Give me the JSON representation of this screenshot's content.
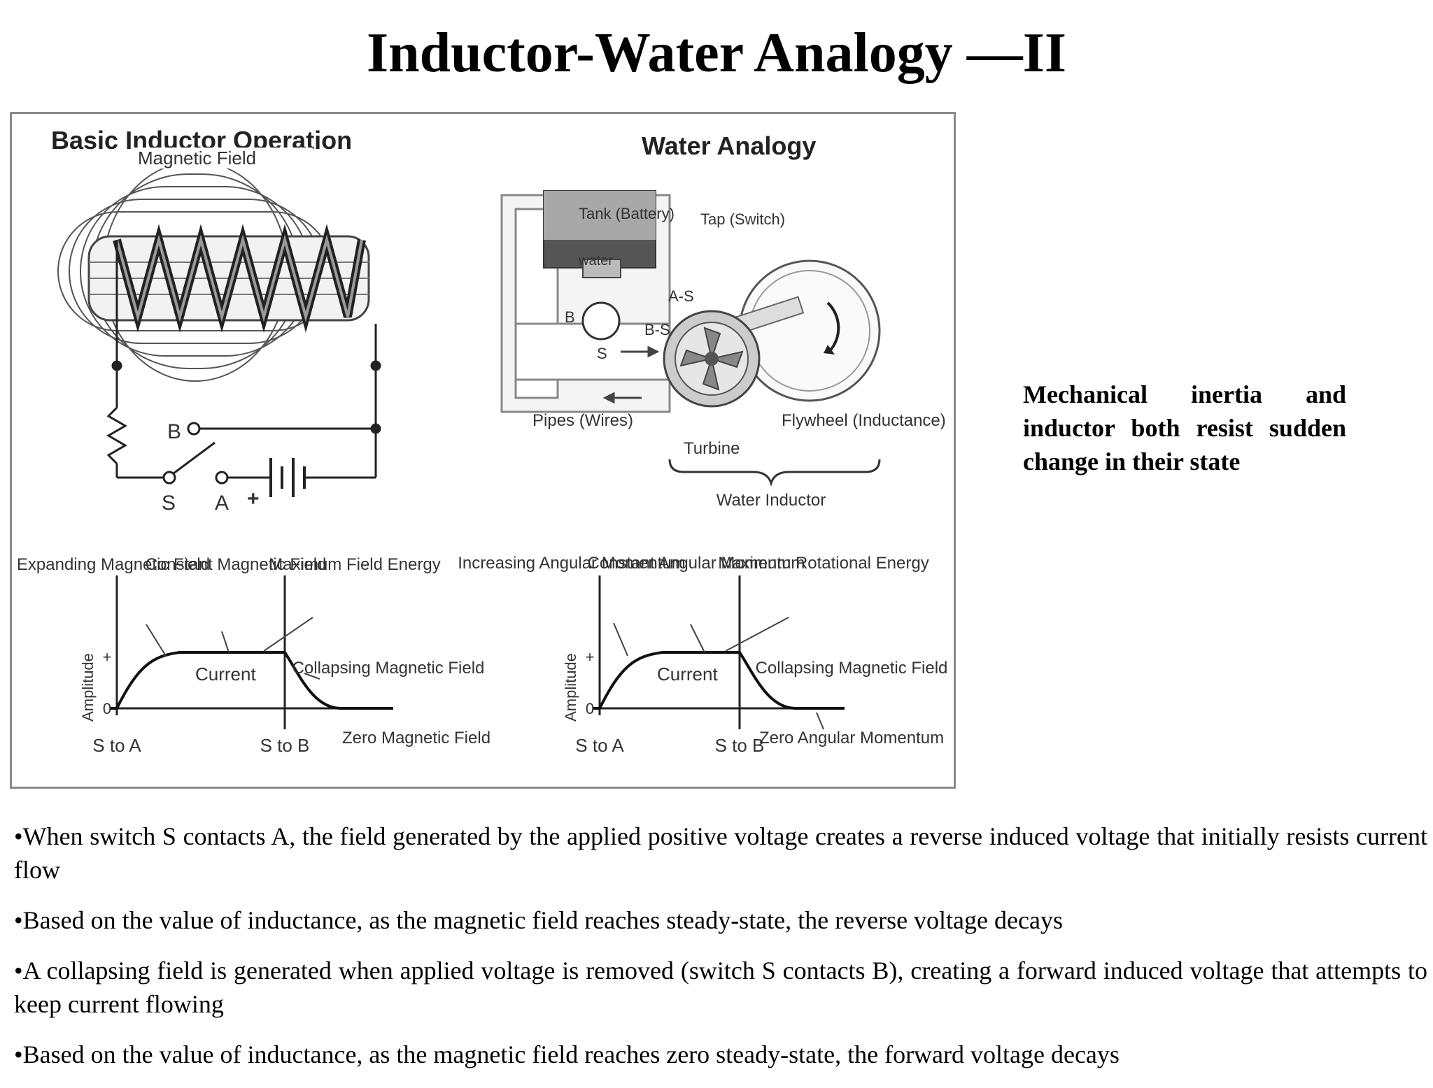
{
  "title": "Inductor-Water Analogy —II",
  "figure": {
    "left_panel": {
      "heading": "Basic Inductor Operation",
      "magnetic_field_label": "Magnetic Field",
      "node_b": "B",
      "node_s": "S",
      "node_a": "A",
      "plus": "+"
    },
    "right_panel": {
      "heading": "Water Analogy",
      "tank_label": "Tank (Battery)",
      "water_label": "water",
      "tap_label": "Tap (Switch)",
      "a_s": "A-S",
      "b_s": "B-S",
      "b": "B",
      "s": "S",
      "pipes_label": "Pipes (Wires)",
      "turbine_label": "Turbine",
      "flywheel_label": "Flywheel (Inductance)",
      "water_inductor_label": "Water Inductor"
    },
    "left_graph": {
      "label_1": "Expanding Magnetic Field",
      "label_2": "Constant Magnetic Field",
      "label_3": "Maximum Field Energy",
      "label_4": "Collapsing Magnetic Field",
      "label_5": "Zero Magnetic Field",
      "curve_label": "Current",
      "y_axis": "Amplitude",
      "y_plus": "+",
      "y_zero": "0",
      "x_tick_1": "S to A",
      "x_tick_2": "S to B"
    },
    "right_graph": {
      "label_1": "Increasing Angular Momentum",
      "label_2": "Constant Angular Momentum",
      "label_3": "Maximum Rotational Energy",
      "label_4": "Collapsing Magnetic Field",
      "label_5": "Zero Angular Momentum",
      "curve_label": "Current",
      "y_axis": "Amplitude",
      "y_plus": "+",
      "y_zero": "0",
      "x_tick_1": "S to A",
      "x_tick_2": "S to B"
    }
  },
  "side_note": "Mechanical inertia and inductor both resist sudden change in their state",
  "bullets": [
    "•When switch S contacts A, the field generated by the applied positive voltage creates a reverse induced voltage that initially resists current flow",
    "•Based on the value of inductance, as the magnetic field reaches steady-state, the reverse voltage decays",
    "•A collapsing field is generated when applied voltage is removed (switch S contacts B), creating a forward induced voltage that attempts to keep current flowing",
    "•Based on the value of inductance, as the magnetic field reaches zero steady-state, the forward voltage decays"
  ]
}
